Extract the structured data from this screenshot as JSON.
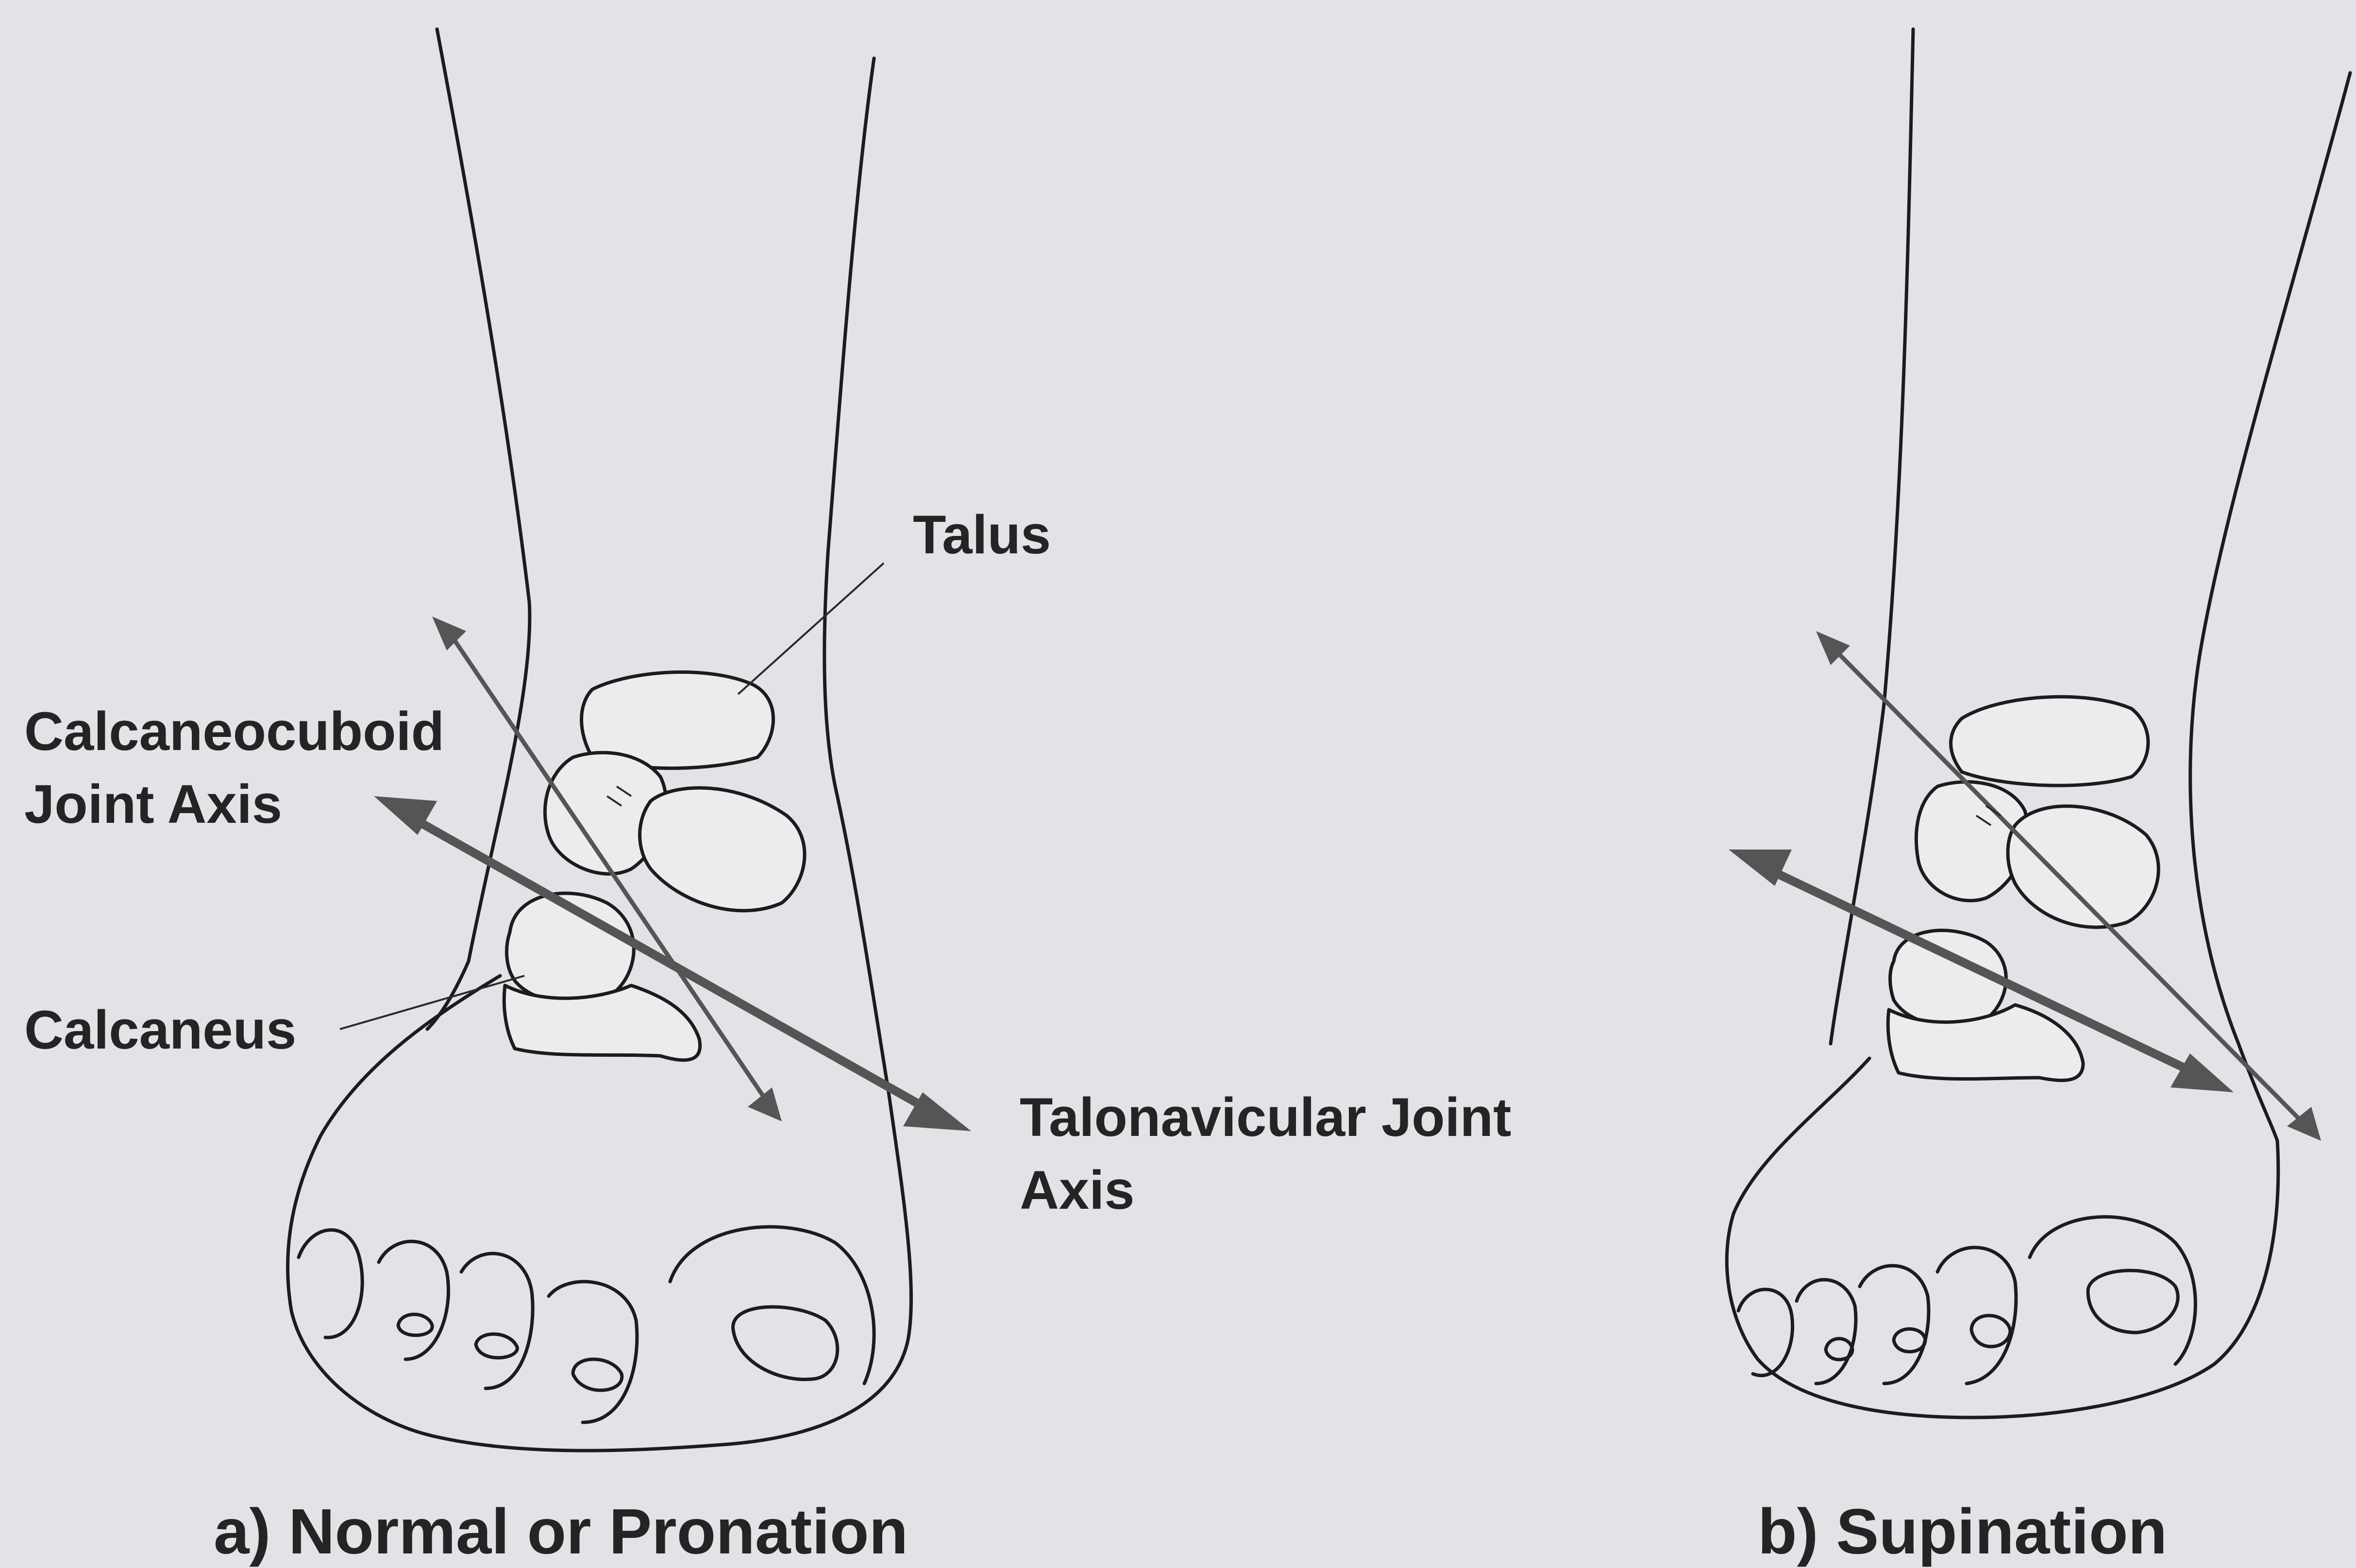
{
  "figure": {
    "labels": {
      "talus": "Talus",
      "calcaneocuboid_line1": "Calcaneocuboid",
      "calcaneocuboid_line2": "Joint Axis",
      "calcaneus": "Calcaneus",
      "talonavicular_line1": "Talonavicular Joint",
      "talonavicular_line2": "Axis"
    },
    "captions": {
      "left": "a) Normal or Pronation",
      "right": "b) Supination"
    },
    "colors": {
      "background": "#e4e2e6",
      "line": "#1c1c1c",
      "arrow": "#555555"
    }
  }
}
